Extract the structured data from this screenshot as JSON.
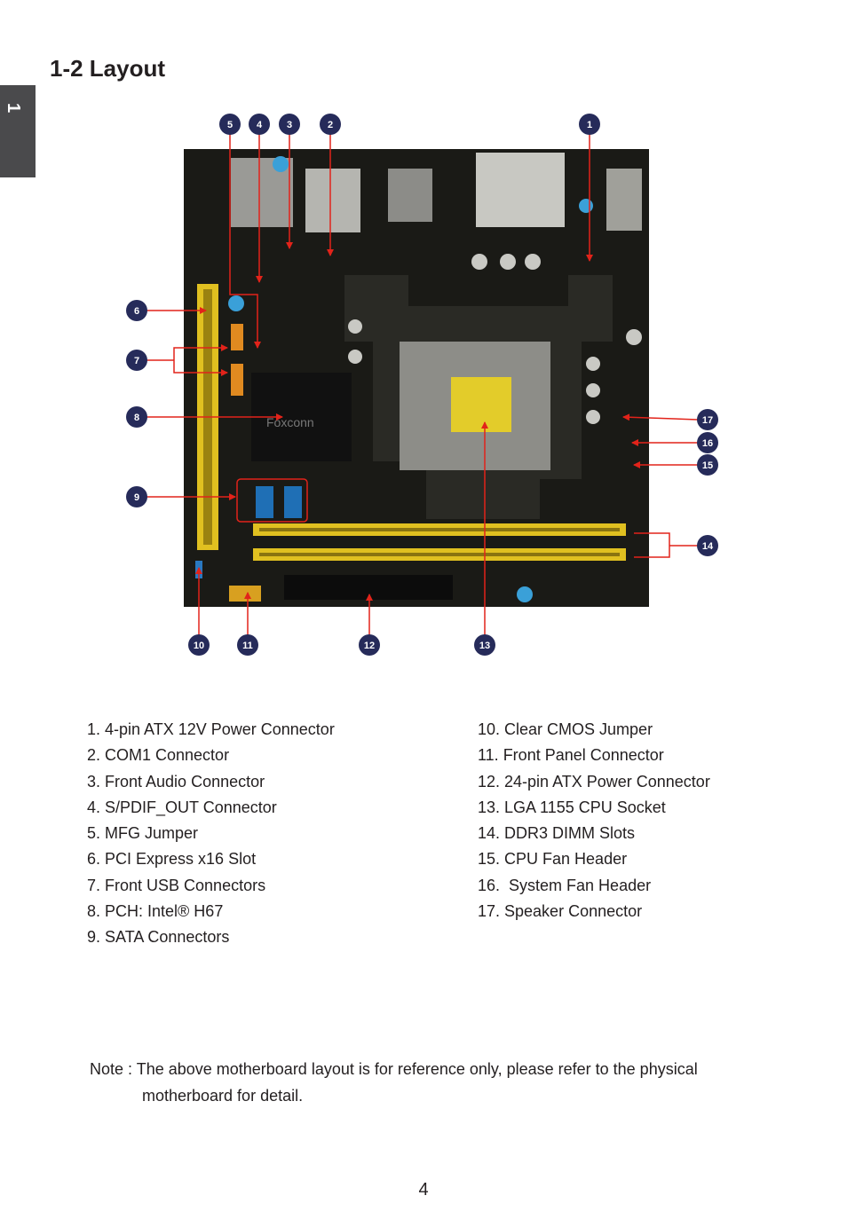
{
  "chapter_tab": "1",
  "heading": "1-2 Layout",
  "board_label": "Foxconn",
  "callouts": [
    "1",
    "2",
    "3",
    "4",
    "5",
    "6",
    "7",
    "8",
    "9",
    "10",
    "11",
    "12",
    "13",
    "14",
    "15",
    "16",
    "17"
  ],
  "legend_left": [
    "1. 4-pin ATX 12V Power Connector",
    "2. COM1 Connector",
    "3. Front Audio Connector",
    "4. S/PDIF_OUT Connector",
    "5. MFG Jumper",
    "6. PCI Express x16 Slot",
    "7. Front USB Connectors",
    "8. PCH: Intel® H67",
    "9. SATA Connectors"
  ],
  "legend_right": [
    "10. Clear CMOS Jumper",
    "11. Front Panel Connector",
    "12. 24-pin ATX Power Connector",
    "13. LGA 1155 CPU Socket",
    "14. DDR3 DIMM Slots",
    "15. CPU Fan Header",
    "16.  System Fan Header",
    "17. Speaker Connector"
  ],
  "note_line1": "Note : The above motherboard layout is for reference only, please refer to the physical",
  "note_line2": "motherboard for detail.",
  "page_number": "4",
  "colors": {
    "badge": "#262b5a",
    "arrow": "#e2231a",
    "pcb": "#1a1a16",
    "slot": "#e0c020"
  }
}
